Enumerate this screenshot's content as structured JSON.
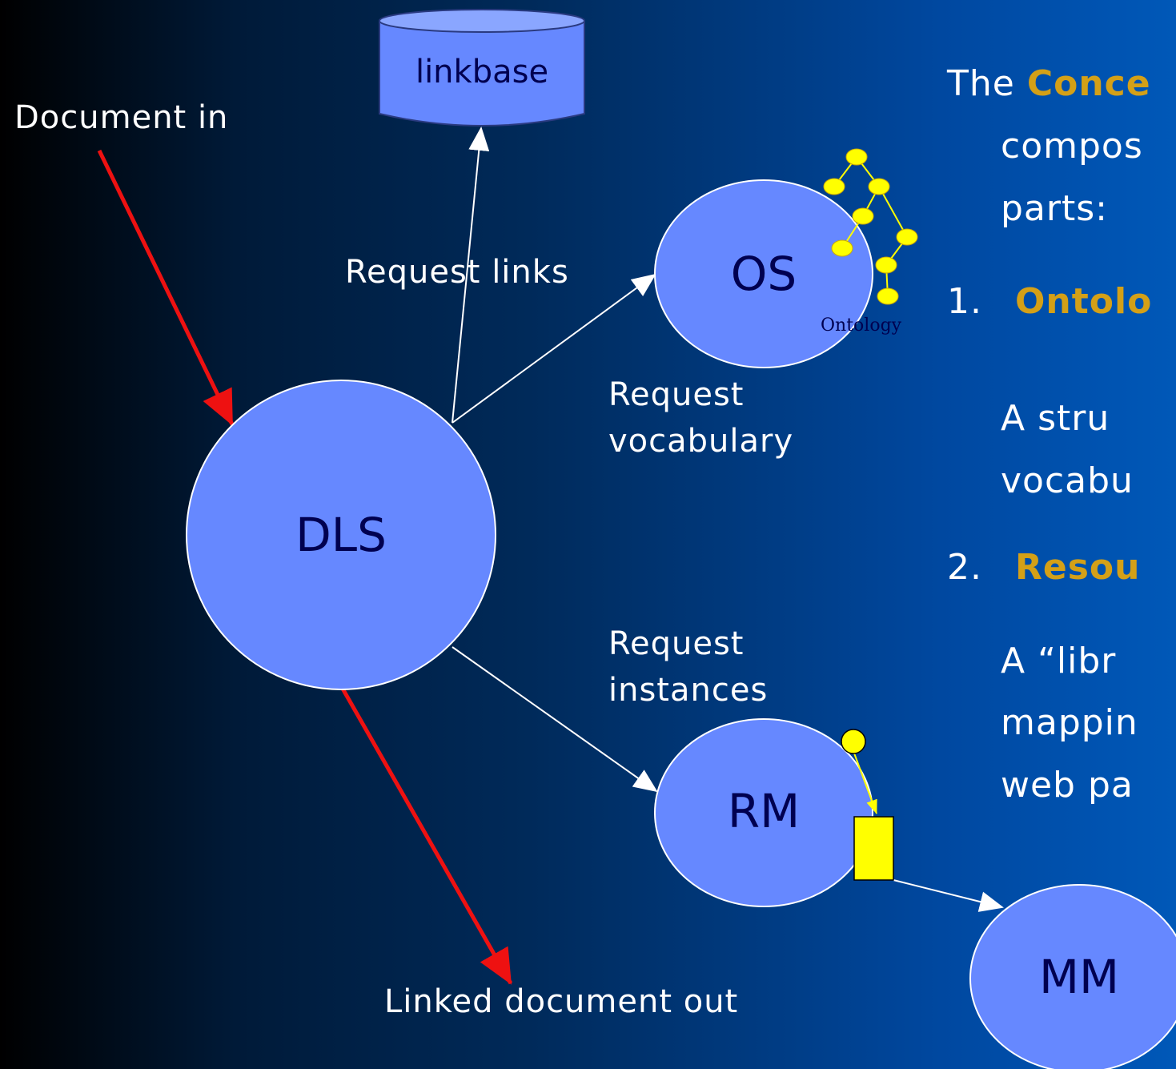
{
  "labels": {
    "document_in": "Document in",
    "linkbase": "linkbase",
    "request_links": "Request links",
    "request_vocabulary": [
      "Request",
      "vocabulary"
    ],
    "request_instances": [
      "Request",
      "instances"
    ],
    "linked_document_out": "Linked document out",
    "ontology": "Ontology"
  },
  "nodes": {
    "dls": "DLS",
    "os": "OS",
    "rm": "RM",
    "mm": "MM"
  },
  "text_panel": {
    "line1_prefix": "The ",
    "line1_highlight": "Conce",
    "line2": "compos",
    "line3": "parts:",
    "item1_number": "1.",
    "item1_title": "Ontolo",
    "item1_desc_1": "A stru",
    "item1_desc_2": "vocabu",
    "item2_number": "2.",
    "item2_title": "Resou",
    "item2_desc_1": "A “libr",
    "item2_desc_2": "mappin",
    "item2_desc_3": "web pa"
  },
  "colors": {
    "node_fill": "#6688ff",
    "red_arrow": "#ee1111",
    "highlight": "#d4a017",
    "ontology_node": "#ffff00"
  }
}
